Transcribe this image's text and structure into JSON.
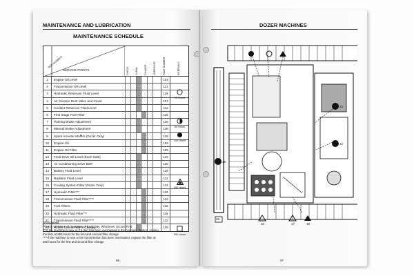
{
  "left_page": {
    "header": "MAINTENANCE AND LUBRICATION",
    "table_title": "MAINTENANCE SCHEDULE",
    "head_service_points": "SERVICE POINTS",
    "head_ref_number": "REF. NUMBER",
    "head_columns": [
      "CHECK",
      "CLEAN",
      "CHANGE",
      "LUBRICATE",
      "PAGE NUMBER",
      "INTERVALS"
    ],
    "rows": [
      {
        "no": "1",
        "desc": "Engine Oil Level",
        "page": "104"
      },
      {
        "no": "2",
        "desc": "Transmission Oil Level",
        "page": "121"
      },
      {
        "no": "3",
        "desc": "Hydraulic Reservoir Fluid Level",
        "page": "118"
      },
      {
        "no": "4",
        "desc": "Air Cleaner Dust Valve and Cover",
        "page": "107"
      },
      {
        "no": "5",
        "desc": "Coolant Reservoir Fluid Level",
        "page": "111"
      },
      {
        "no": "6",
        "desc": "First Stage Fuel Filter",
        "page": "116"
      },
      {
        "no": "7",
        "desc": "Parking Brake Adjustment",
        "page": "139"
      },
      {
        "no": "8",
        "desc": "Manual Brake Adjustment",
        "page": "138"
      },
      {
        "no": "9",
        "desc": "Spark Arrester Muffler (Dozer Only)",
        "page": "129"
      },
      {
        "no": "10",
        "desc": "Engine Oil",
        "page": "104"
      },
      {
        "no": "11",
        "desc": "Engine Oil Filter",
        "page": "105"
      },
      {
        "no": "12",
        "desc": "Final Drive Oil Level (Each Side)",
        "page": "125"
      },
      {
        "no": "13",
        "desc": "Air Conditioning Drive Belt*",
        "page": "136"
      },
      {
        "no": "14",
        "desc": "Battery Fluid Level",
        "page": "126"
      },
      {
        "no": "15",
        "desc": "Radiator Fluid Level",
        "page": "111"
      },
      {
        "no": "16",
        "desc": "Cooling System Filter (Dozer Only)",
        "page": "113"
      },
      {
        "no": "17",
        "desc": "Hydraulic Filter***",
        "page": "119"
      },
      {
        "no": "18",
        "desc": "Transmission Fluid Filter****",
        "page": "122"
      },
      {
        "no": "19",
        "desc": "Fuel Filters",
        "page": "116"
      },
      {
        "no": "20",
        "desc": "Hydraulic Fluid Filter***",
        "page": "118"
      },
      {
        "no": "21",
        "desc": "Transmission Fluid Filter****",
        "page": "122"
      },
      {
        "no": "22",
        "desc": "ROPS Cab or ROPS Canopy",
        "page": "139"
      }
    ],
    "intervals": [
      {
        "label": "10 Hours",
        "symbol": "circle-open"
      },
      {
        "label": "50 Hours",
        "symbol": "circle-half"
      },
      {
        "label": "100 Hours",
        "symbol": "circle-filled"
      },
      {
        "label": "250 Hours",
        "symbol": "triangle"
      },
      {
        "label": "500 Hours",
        "symbol": "square"
      }
    ],
    "notes": [
      "*If Equipped",
      "**Every 10 Hours of Operation of Each Day, Whichever Occurs First",
      "***If the machine is new or if a part has been overhauled in the hydraulic system, replace",
      "the filter at 250 hours for the first and second filter change",
      "****If the machine is new or the transmission has been overhauled, replace the filter at",
      "250 hours for the first and second filter change"
    ],
    "page_number": "96"
  },
  "right_page": {
    "header": "DOZER MACHINES",
    "callouts": [
      "22",
      "10",
      "17",
      "19",
      "15",
      "12",
      "16"
    ],
    "page_number": "97"
  }
}
